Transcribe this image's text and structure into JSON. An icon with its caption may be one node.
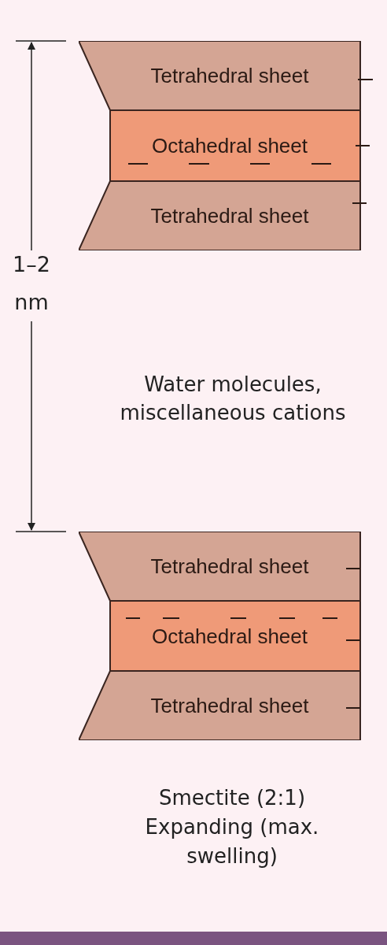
{
  "diagram": {
    "caption": "Smectite (2:1) Expanding (max. swelling)",
    "nodes": [
      {
        "text": [
          "Tetrahedral sheet"
        ]
      },
      {
        "text": [
          "Octahedral sheet"
        ]
      },
      {
        "text": [
          "Tetrahedral sheet"
        ]
      },
      {
        "text": [
          "Tetrahedral sheet"
        ]
      },
      {
        "text": [
          "Octahedral sheet"
        ]
      },
      {
        "text": [
          "Tetrahedral sheet"
        ]
      }
    ],
    "labels": [
      "1–2 nm",
      "Water molecules, miscellaneous cations"
    ]
  }
}
